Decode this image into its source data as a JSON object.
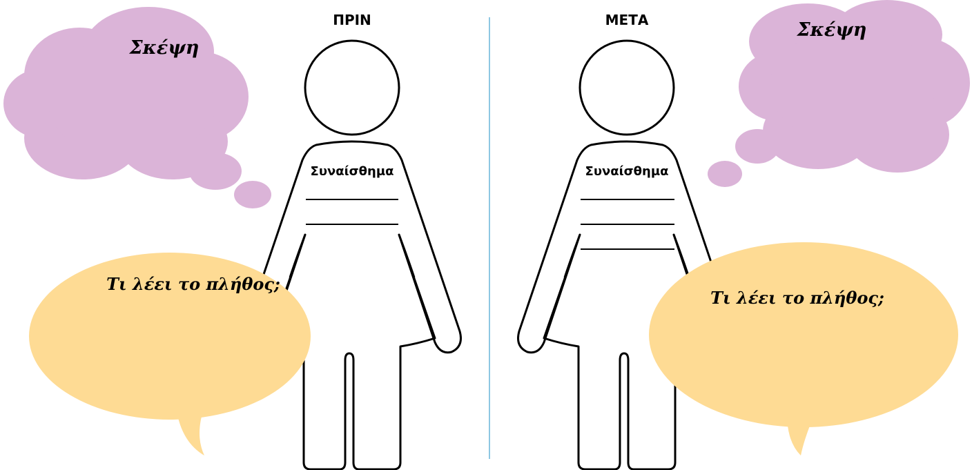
{
  "colors": {
    "thought_cloud": "#dbb4d8",
    "speech_bubble": "#fedb94",
    "divider": "#8ec7e3"
  },
  "before": {
    "heading": "ΠΡΙΝ",
    "thought_label": "Σκέψη",
    "emotion_label": "Συναίσθημα",
    "crowd_label": "Τι λέει το πλήθος;"
  },
  "after": {
    "heading": "ΜΕΤΑ",
    "thought_label": "Σκέψη",
    "emotion_label": "Συναίσθημα",
    "crowd_label": "Τι λέει το πλήθος;"
  }
}
